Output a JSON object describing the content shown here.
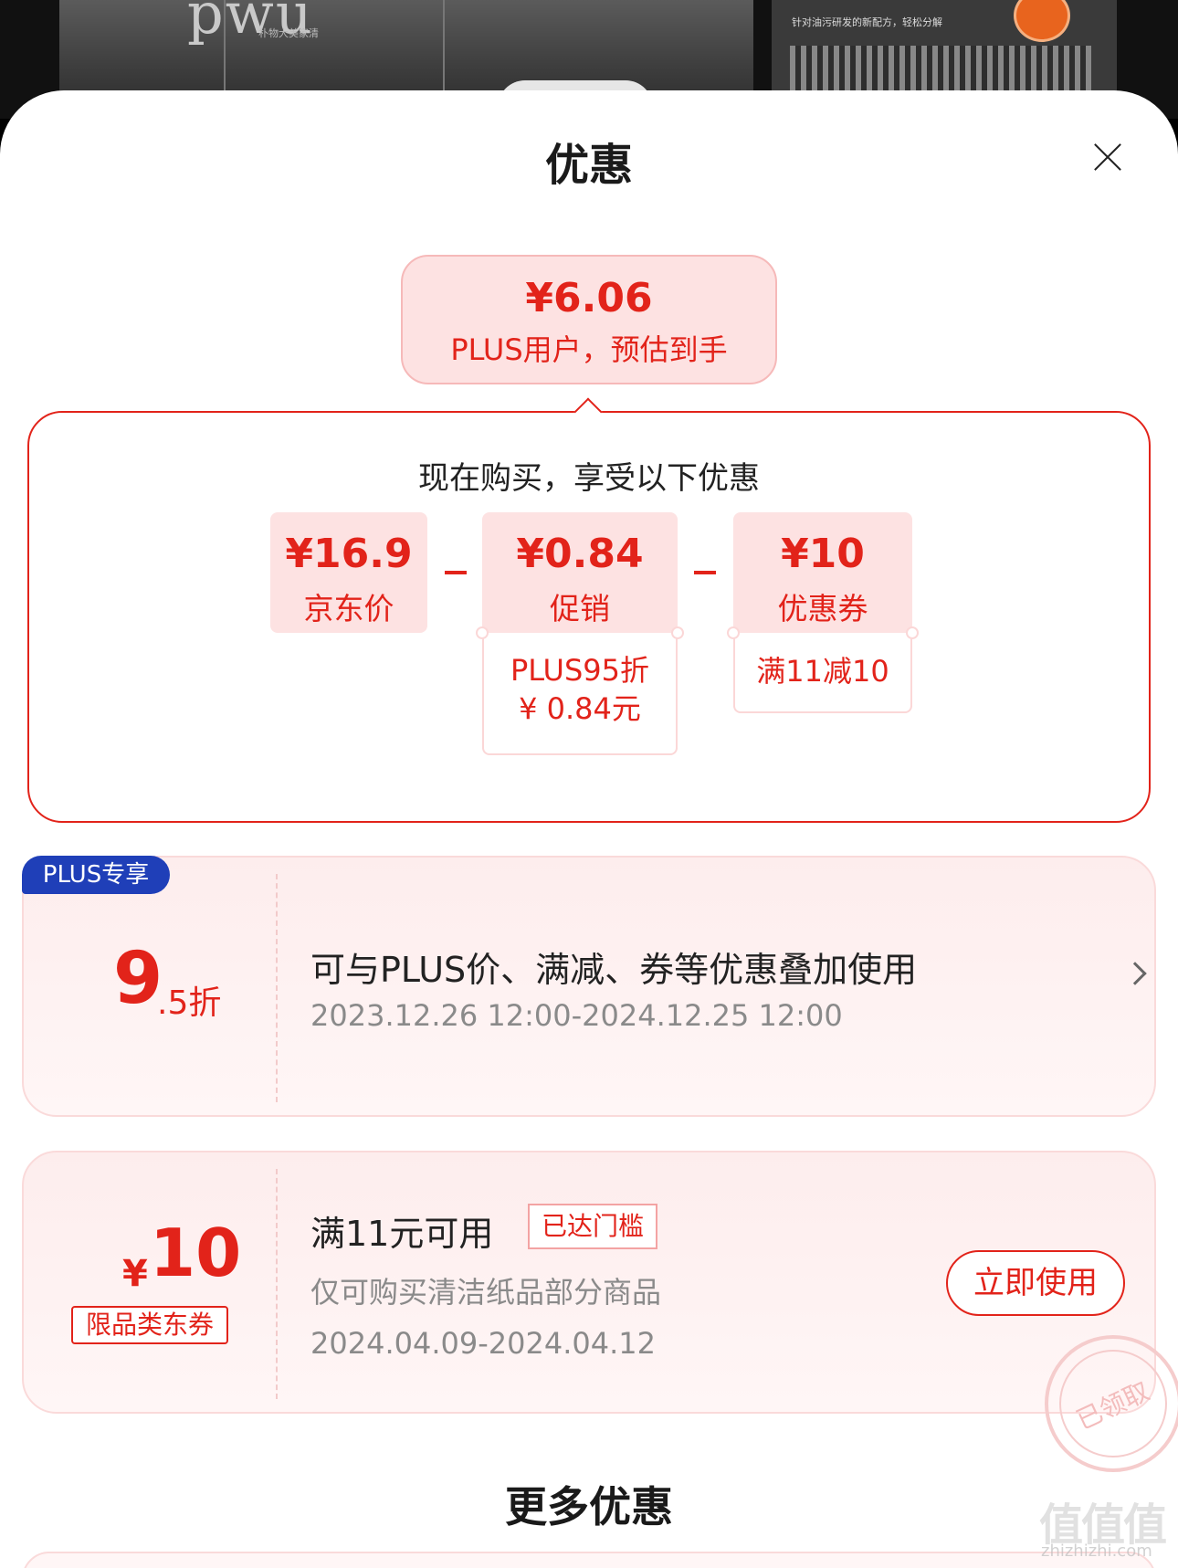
{
  "background": {
    "brand": "pwu",
    "brand_sub": "朴物大美家清",
    "right_caption": "针对油污研发的新配方，轻松分解"
  },
  "sheet": {
    "title": "优惠"
  },
  "estimate": {
    "price": "¥6.06",
    "label": "PLUS用户，预估到手"
  },
  "breakdown": {
    "heading": "现在购买，享受以下优惠",
    "items": [
      {
        "amount": "¥16.9",
        "name": "京东价"
      },
      {
        "amount": "¥0.84",
        "name": "促销",
        "detail_line1": "PLUS95折",
        "detail_line2": "¥ 0.84元"
      },
      {
        "amount": "¥10",
        "name": "优惠券",
        "detail_line1": "满11减10"
      }
    ]
  },
  "plus_card": {
    "tag": "PLUS专享",
    "discount_big": "9",
    "discount_small": ".5折",
    "title": "可与PLUS价、满减、券等优惠叠加使用",
    "period": "2023.12.26 12:00-2024.12.25 12:00"
  },
  "coupon_card": {
    "currency": "¥",
    "amount": "10",
    "category_tag": "限品类东券",
    "title": "满11元可用",
    "reached_tag": "已达门槛",
    "scope": "仅可购买清洁纸品部分商品",
    "period": "2024.04.09-2024.04.12",
    "use_button": "立即使用",
    "stamp": "已领取"
  },
  "more": {
    "title": "更多优惠"
  },
  "watermark": {
    "main": "值值值",
    "sub": "zhizhizhi.com"
  },
  "colors": {
    "accent": "#e2231a",
    "plus_blue": "#1f3fb8",
    "chip_bg": "#fde2e2"
  }
}
